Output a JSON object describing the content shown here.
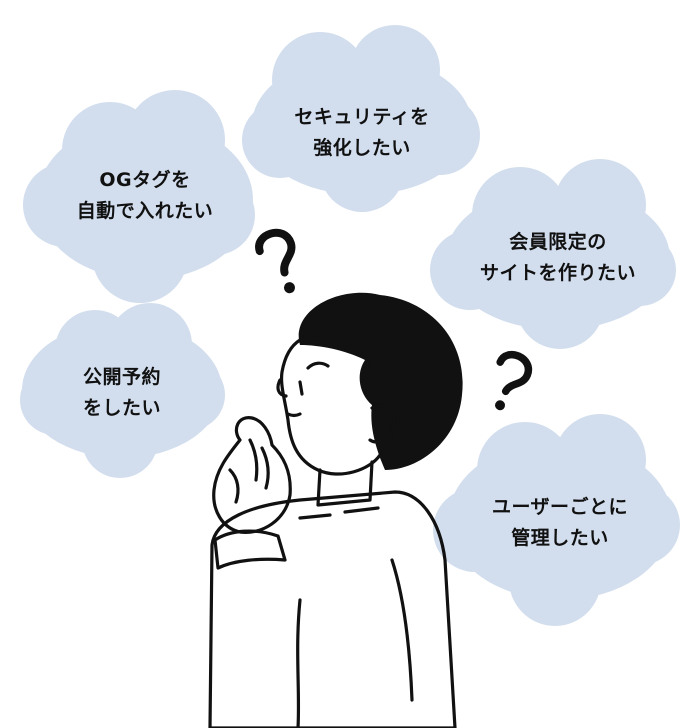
{
  "colors": {
    "cloud": "#d2deee",
    "ink": "#111111",
    "background": "#ffffff"
  },
  "bubbles": [
    {
      "lines": [
        "OGタグを",
        "自動で入れたい"
      ]
    },
    {
      "lines": [
        "セキュリティを",
        "強化したい"
      ]
    },
    {
      "lines": [
        "会員限定の",
        "サイトを作りたい"
      ]
    },
    {
      "lines": [
        "公開予約",
        "をしたい"
      ]
    },
    {
      "lines": [
        "ユーザーごとに",
        "管理したい"
      ]
    }
  ],
  "question_marks": [
    "?",
    "?"
  ],
  "illustration": "thinking-person"
}
